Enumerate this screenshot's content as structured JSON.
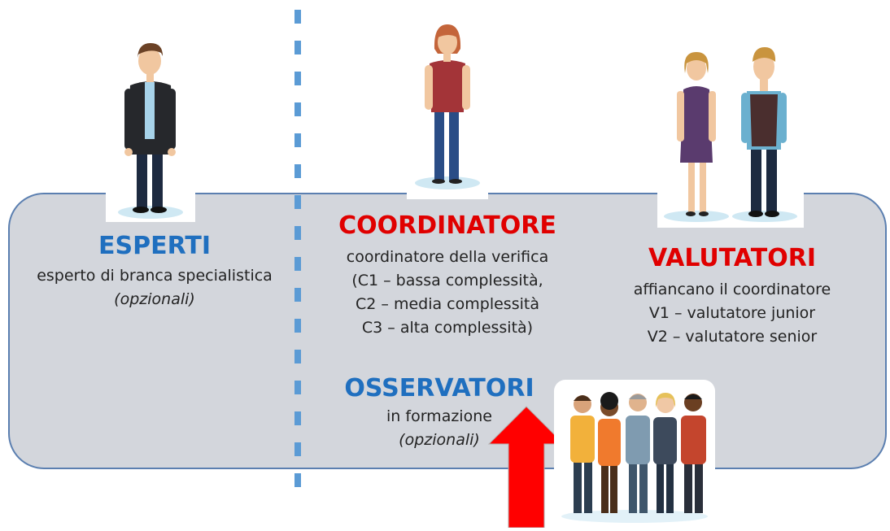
{
  "roles": {
    "esperti": {
      "title": "ESPERTI",
      "desc": "esperto di branca specialistica",
      "note": "(opzionali)"
    },
    "coordinatore": {
      "title": "COORDINATORE",
      "lines": [
        "coordinatore della verifica",
        "(C1 – bassa complessità,",
        "C2 – media complessità",
        "C3 – alta complessità)"
      ]
    },
    "valutatori": {
      "title": "VALUTATORI",
      "lines": [
        "affiancano il coordinatore",
        "V1 – valutatore junior",
        "V2 – valutatore senior"
      ]
    },
    "osservatori": {
      "title": "OSSERVATORI",
      "desc": "in formazione",
      "note": "(opzionali)"
    }
  },
  "colors": {
    "blue_heading": "#1f6fbf",
    "red_heading": "#e00000",
    "panel_fill": "#d3d6dc",
    "panel_border": "#5b7fb0",
    "divider": "#5b9bd5",
    "arrow": "#ff0000"
  }
}
